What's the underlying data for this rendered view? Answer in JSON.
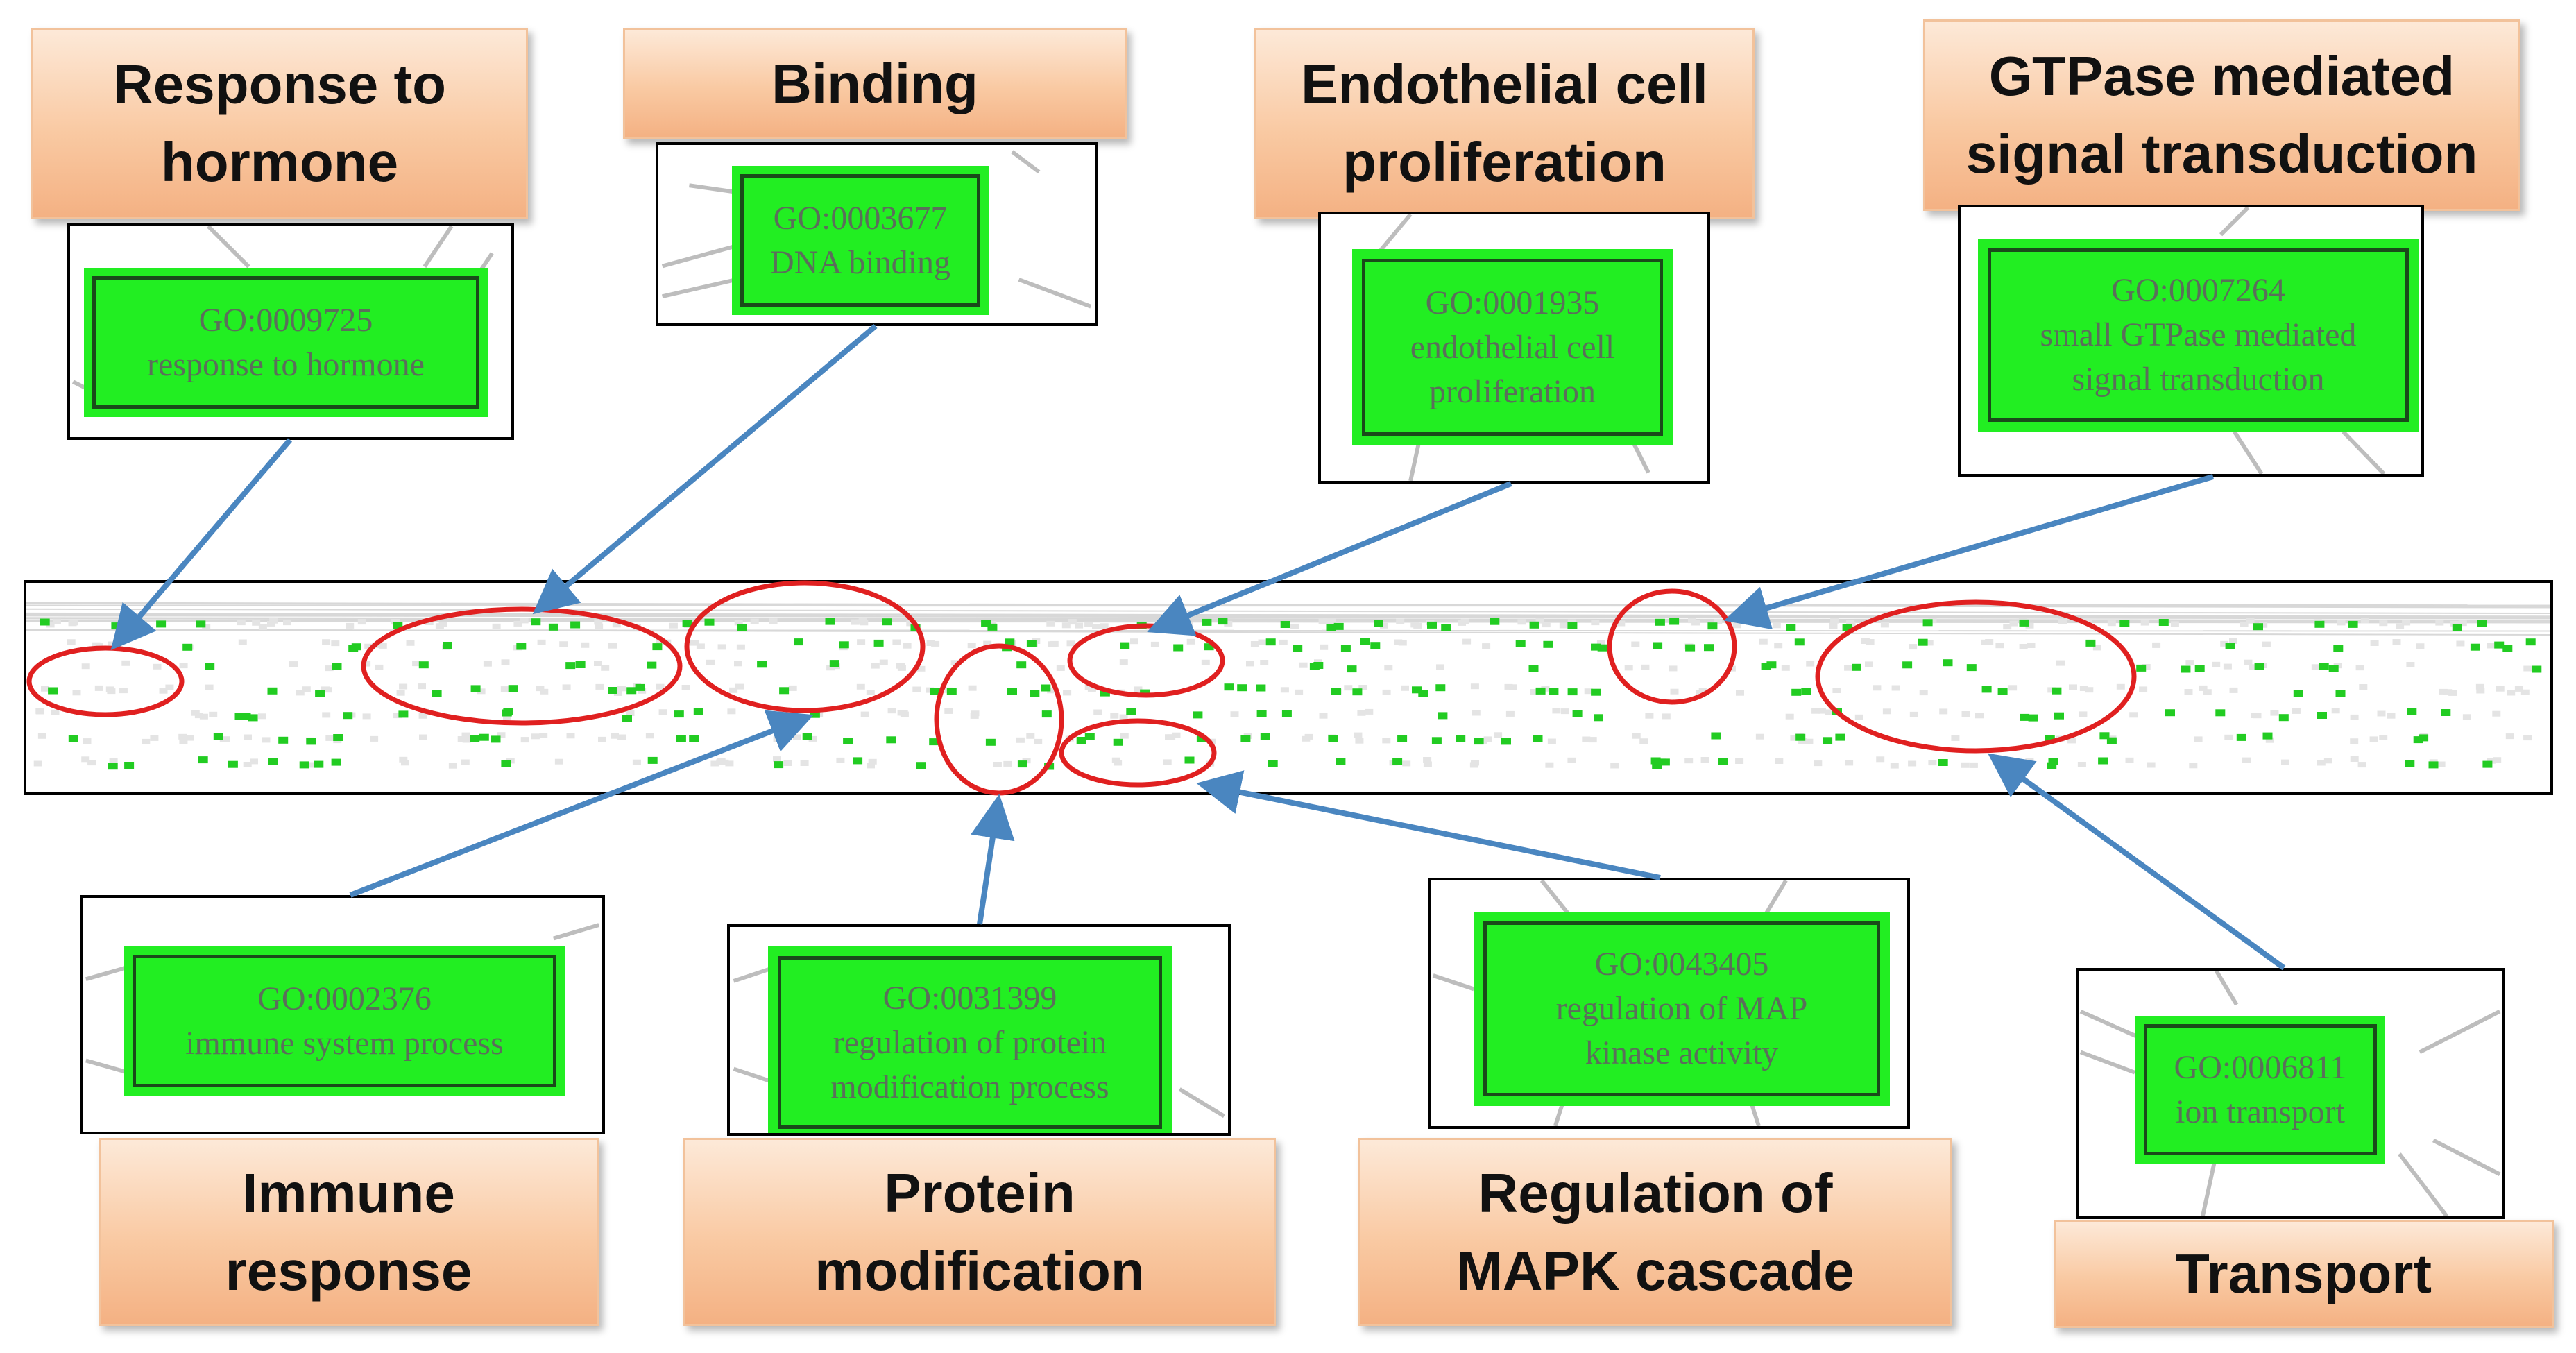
{
  "colors": {
    "category_box": "#f4b183",
    "go_node_fill": "#22ee22",
    "arrow": "#4a86c0",
    "highlight_ellipse": "#e02020",
    "network_node": "#22cc22"
  },
  "categories": [
    {
      "label": "Response to\nhormone",
      "go_id": "GO:0009725",
      "go_lines": [
        "response to hormone"
      ]
    },
    {
      "label": "Binding",
      "go_id": "GO:0003677",
      "go_lines": [
        "DNA binding"
      ]
    },
    {
      "label": "Endothelial cell\nproliferation",
      "go_id": "GO:0001935",
      "go_lines": [
        "endothelial cell",
        "proliferation"
      ]
    },
    {
      "label": "GTPase mediated\nsignal transduction",
      "go_id": "GO:0007264",
      "go_lines": [
        "small GTPase mediated",
        "signal transduction"
      ]
    },
    {
      "label": "Immune\nresponse",
      "go_id": "GO:0002376",
      "go_lines": [
        "immune system process"
      ]
    },
    {
      "label": "Protein\nmodification",
      "go_id": "GO:0031399",
      "go_lines": [
        "regulation of protein",
        "modification process"
      ]
    },
    {
      "label": "Regulation of\nMAPK cascade",
      "go_id": "GO:0043405",
      "go_lines": [
        "regulation of MAP",
        "kinase activity"
      ]
    },
    {
      "label": "Transport",
      "go_id": "GO:0006811",
      "go_lines": [
        "ion transport"
      ]
    }
  ]
}
